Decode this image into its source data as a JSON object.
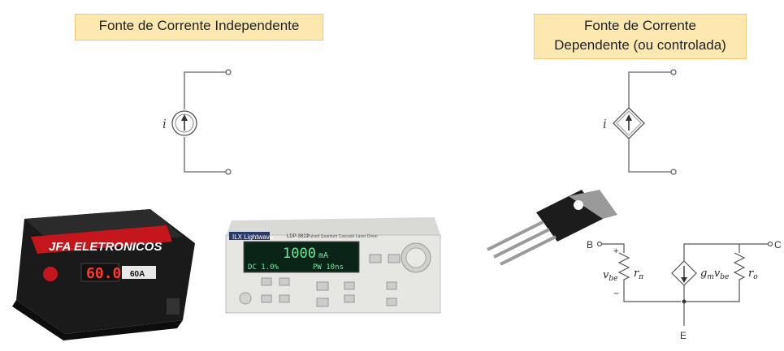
{
  "labels": {
    "independent": "Fonte de Corrente Independente",
    "dependent_line1": "Fonte de Corrente",
    "dependent_line2": "Dependente (ou controlada)"
  },
  "symbols": {
    "current_independent": "i",
    "current_dependent": "i"
  },
  "devices": {
    "brand_logo": "JFA ELETRONICOS",
    "brand_display": "60.0",
    "brand_rating": "60A",
    "lab_brand": "ILX Lightwave",
    "lab_model": "LDP-3822",
    "lab_subtitle": "Pulsed Quantum Cascade Laser Driver",
    "lab_display_main": "1000",
    "lab_display_unit": "mA",
    "lab_display_left": "DC 1.0%",
    "lab_display_right": "PW 10ns"
  },
  "circuit": {
    "node_b": "B",
    "node_c": "C",
    "node_e": "E",
    "v_be": "v",
    "v_be_sub": "be",
    "r_pi": "r",
    "r_pi_sub": "π",
    "gm": "g",
    "gm_sub": "m",
    "gm_v": "v",
    "gm_v_sub": "be",
    "r_o": "r",
    "r_o_sub": "o",
    "plus": "+",
    "minus": "−"
  },
  "colors": {
    "label_bg": "#fde9b0",
    "label_border": "#f3c77a",
    "wire": "#666666"
  }
}
